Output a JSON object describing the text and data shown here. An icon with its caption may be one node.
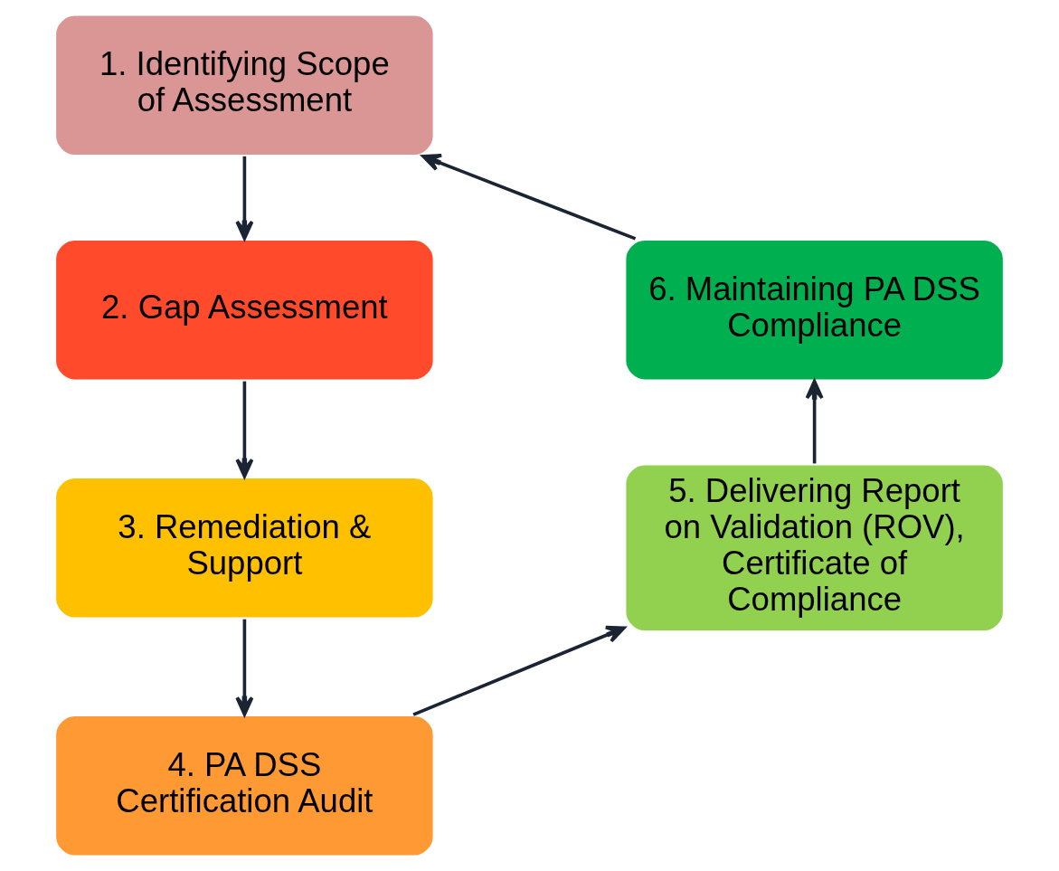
{
  "diagram": {
    "nodes": [
      {
        "text": [
          "1. Identifying Scope of Assessment"
        ]
      },
      {
        "text": [
          "2. Gap Assessment"
        ]
      },
      {
        "text": [
          "3. Remediation & Support"
        ]
      },
      {
        "text": [
          "4. PA DSS Certification Audit"
        ]
      },
      {
        "text": [
          "5. Delivering Report on Validation (ROV), Certificate of Compliance"
        ]
      },
      {
        "text": [
          "6. Maintaining PA DSS Compliance"
        ]
      }
    ],
    "edges": [
      {
        "from": 0,
        "to": 1,
        "arrow": "to"
      },
      {
        "from": 1,
        "to": 2,
        "arrow": "to"
      },
      {
        "from": 2,
        "to": 3,
        "arrow": "to"
      },
      {
        "from": 3,
        "to": 4,
        "arrow": "to"
      },
      {
        "from": 4,
        "to": 5,
        "arrow": "to"
      },
      {
        "from": 5,
        "to": 0,
        "arrow": "to"
      }
    ]
  }
}
